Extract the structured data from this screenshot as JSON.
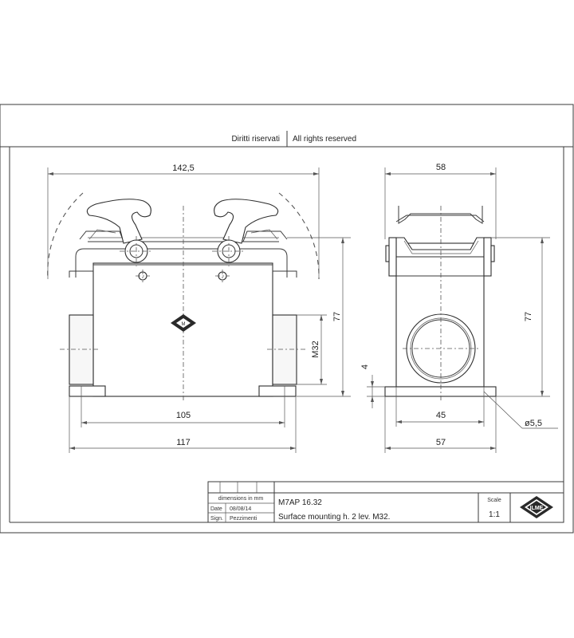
{
  "header": {
    "left": "Diritti riservati",
    "right": "All rights reserved"
  },
  "front_view": {
    "dim_top": "142,5",
    "dim_height": "77",
    "dim_thread": "M32",
    "dim_inner": "105",
    "dim_outer": "117"
  },
  "side_view": {
    "dim_top": "58",
    "dim_height": "77",
    "dim_flange": "4",
    "dim_inner": "45",
    "dim_outer": "57",
    "dim_hole": "ø5,5"
  },
  "title_block": {
    "units_note": "dimensions in mm",
    "date_label": "Date",
    "date_value": "08/08/14",
    "sign_label": "Sign.",
    "sign_value": "Pezzimenti",
    "code": "M7AP 16.32",
    "description": "Surface mounting h. 2 lev. M32.",
    "scale_label": "Scale",
    "scale_value": "1:1",
    "logo_text": "ILME"
  }
}
